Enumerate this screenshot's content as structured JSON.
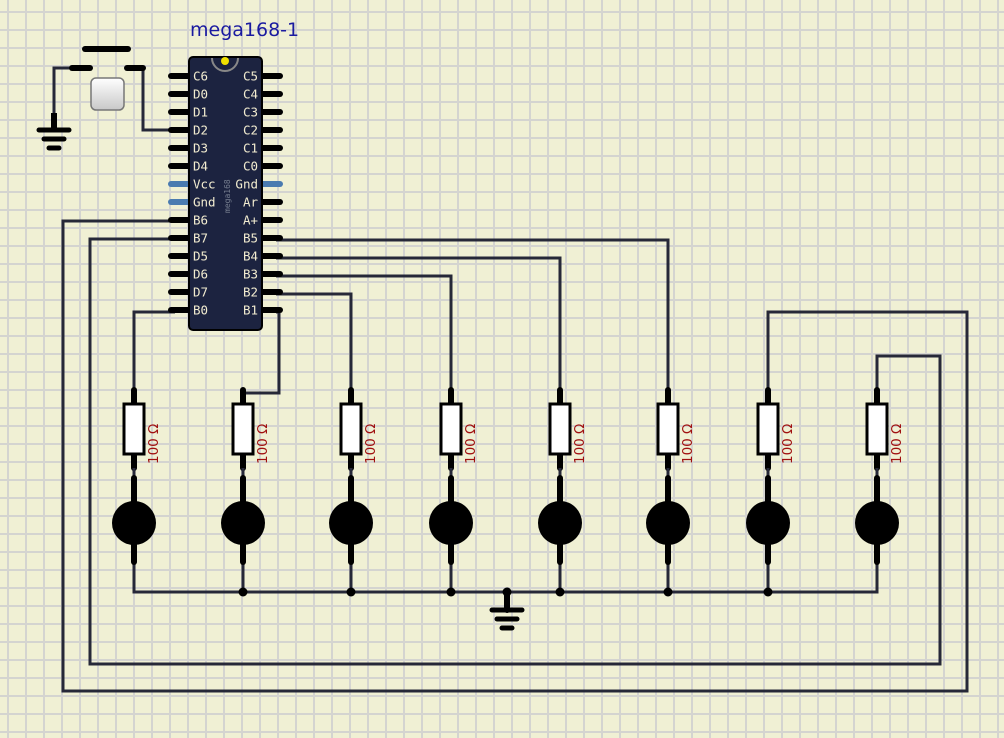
{
  "chip": {
    "title": "mega168-1",
    "model": "mega168",
    "left_pins": [
      "C6",
      "D0",
      "D1",
      "D2",
      "D3",
      "D4",
      "Vcc",
      "Gnd",
      "B6",
      "B7",
      "D5",
      "D6",
      "D7",
      "B0"
    ],
    "right_pins": [
      "C5",
      "C4",
      "C3",
      "C2",
      "C1",
      "C0",
      "Gnd",
      "Ar",
      "A+",
      "B5",
      "B4",
      "B3",
      "B2",
      "B1"
    ],
    "power_pins": [
      "Vcc",
      "Gnd"
    ],
    "indicator_color": "#f0e000"
  },
  "resistors": [
    {
      "label": "100 Ω",
      "pin": "B0"
    },
    {
      "label": "100 Ω",
      "pin": "B1"
    },
    {
      "label": "100 Ω",
      "pin": "B2"
    },
    {
      "label": "100 Ω",
      "pin": "B3"
    },
    {
      "label": "100 Ω",
      "pin": "B4"
    },
    {
      "label": "100 Ω",
      "pin": "B5"
    },
    {
      "label": "100 Ω",
      "pin": "B6"
    },
    {
      "label": "100 Ω",
      "pin": "B7"
    }
  ],
  "leds": [
    {
      "id": "led-1"
    },
    {
      "id": "led-2"
    },
    {
      "id": "led-3"
    },
    {
      "id": "led-4"
    },
    {
      "id": "led-5"
    },
    {
      "id": "led-6"
    },
    {
      "id": "led-7"
    },
    {
      "id": "led-8"
    }
  ],
  "button": {
    "pin": "D2",
    "icon": "push-button-icon"
  },
  "grounds": [
    "ground-button",
    "ground-leds"
  ],
  "colors": {
    "background": "#f0f0d4",
    "grid": "#d4d4d0",
    "wire": "#262838",
    "chip_body": "#1c2340",
    "pin_label": "#f2ecd0",
    "title": "#1a1aa0",
    "resistor_label": "#a01010",
    "power_pin": "#4a7bb0"
  }
}
